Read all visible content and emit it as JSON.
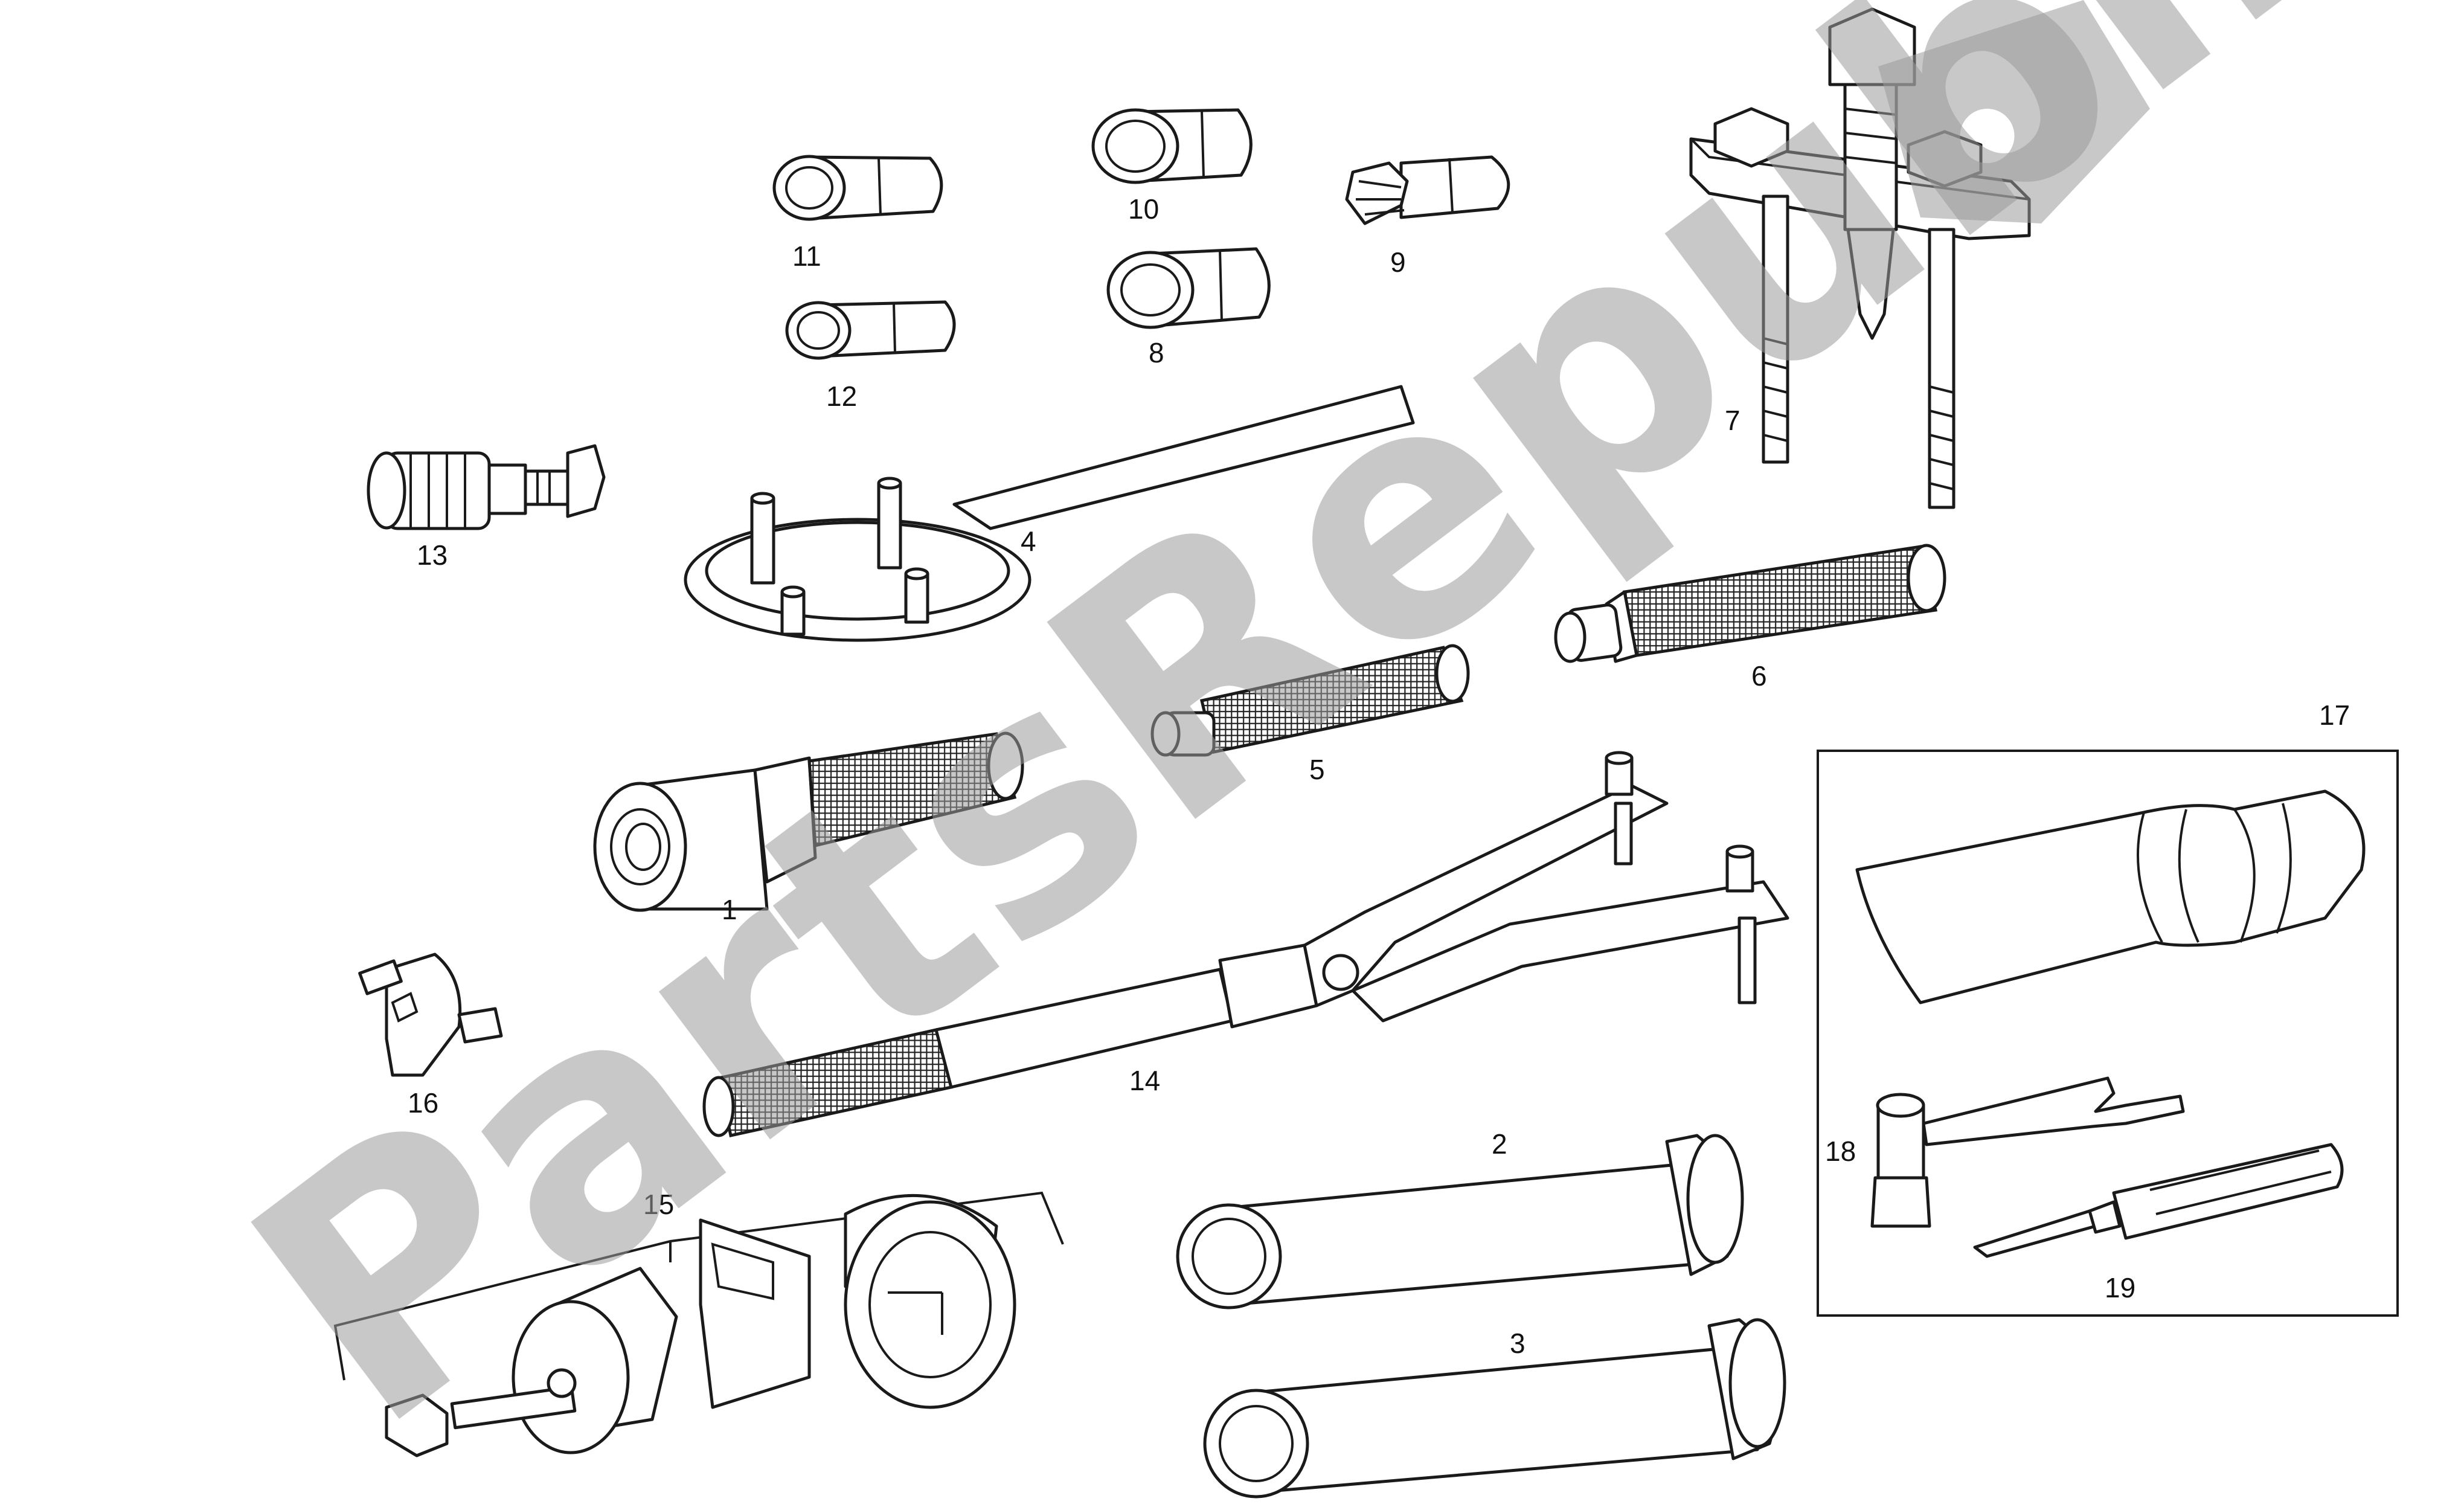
{
  "watermark": {
    "text": "PartsRepublik",
    "color": "#9a9a9a"
  },
  "callouts": {
    "p1": "1",
    "p2": "2",
    "p3": "3",
    "p4": "4",
    "p5": "5",
    "p6": "6",
    "p7": "7",
    "p8": "8",
    "p9": "9",
    "p10": "10",
    "p11": "11",
    "p12": "12",
    "p13": "13",
    "p14": "14",
    "p15": "15",
    "p16": "16",
    "p17": "17",
    "p18": "18",
    "p19": "19"
  }
}
